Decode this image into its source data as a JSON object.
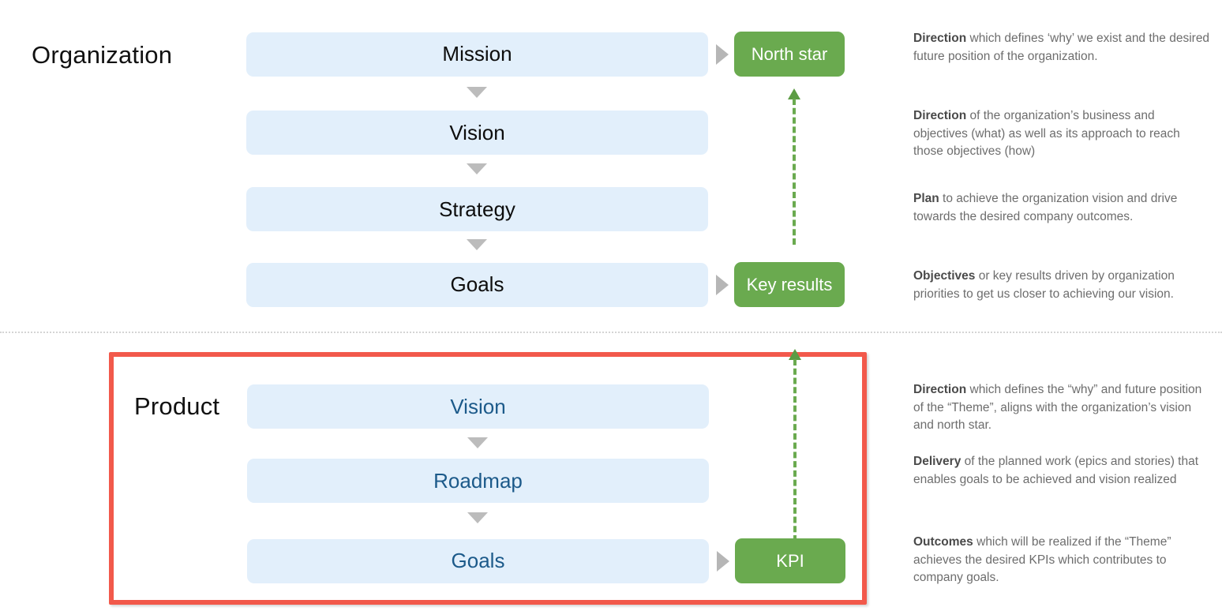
{
  "sections": {
    "organization": {
      "label": "Organization",
      "steps": [
        {
          "label": "Mission"
        },
        {
          "label": "Vision"
        },
        {
          "label": "Strategy"
        },
        {
          "label": "Goals"
        }
      ],
      "outcomes": [
        {
          "label": "North star"
        },
        {
          "label": "Key results"
        }
      ]
    },
    "product": {
      "label": "Product",
      "steps": [
        {
          "label": "Vision"
        },
        {
          "label": "Roadmap"
        },
        {
          "label": "Goals"
        }
      ],
      "outcomes": [
        {
          "label": "KPI"
        }
      ]
    }
  },
  "descriptions": {
    "org": [
      {
        "lead": "Direction",
        "text": " which defines ‘why’ we exist and the desired future position of the organization."
      },
      {
        "lead": "Direction",
        "text": " of the organization’s business and objectives (what) as well as its approach to reach those objectives (how)"
      },
      {
        "lead": "Plan",
        "text": " to achieve the organization vision and drive towards the desired company outcomes."
      },
      {
        "lead": "Objectives",
        "text": " or key results driven by organization priorities to get us closer to achieving our vision."
      }
    ],
    "product": [
      {
        "lead": "Direction",
        "text": " which defines the “why” and future position of the “Theme”, aligns with the organization’s vision and north star."
      },
      {
        "lead": "Delivery",
        "text": " of the planned work (epics and stories) that enables goals to be achieved and vision realized"
      },
      {
        "lead": "Outcomes",
        "text": " which will be realized if the “Theme” achieves the desired KPIs which contributes to company goals."
      }
    ]
  },
  "colors": {
    "blue_box": "#E2EFFB",
    "green_box": "#6AAA4F",
    "product_text": "#1C5A8A",
    "highlight_border": "#F2594B",
    "connector_gray": "#B6B6B6",
    "divider_gray": "#D4D4D4",
    "description_text": "#6D6D6D"
  }
}
